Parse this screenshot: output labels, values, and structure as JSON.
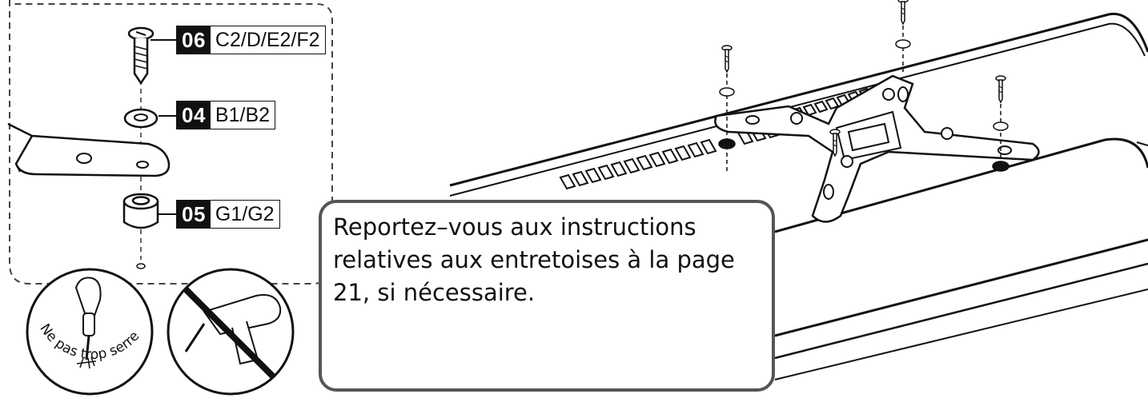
{
  "parts": [
    {
      "number": "06",
      "codes": "C2/D/E2/F2"
    },
    {
      "number": "04",
      "codes": "B1/B2"
    },
    {
      "number": "05",
      "codes": "G1/G2"
    }
  ],
  "warning_text": "Ne pas trop serrer",
  "note": {
    "lines": [
      "Reportez–vous aux instructions",
      "relatives aux entretoises à la page",
      "21, si nécessaire."
    ]
  },
  "colors": {
    "ink": "#111111",
    "frame": "#555555",
    "background": "#ffffff"
  }
}
